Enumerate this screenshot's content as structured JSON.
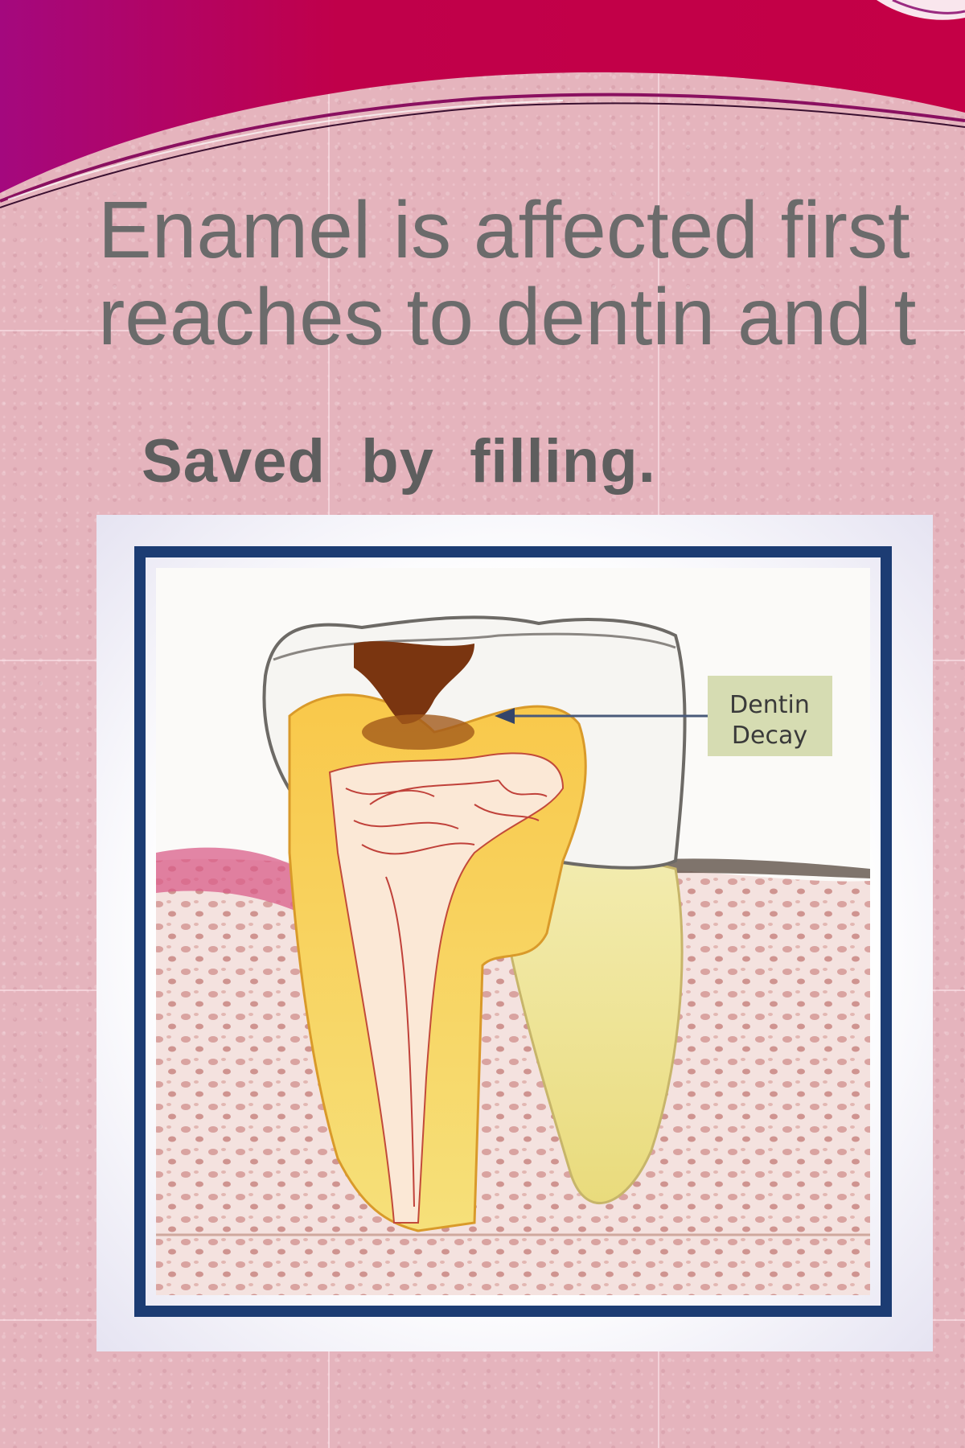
{
  "slide": {
    "title_line1": "Enamel is affected first",
    "title_line2": "reaches to dentin and t",
    "subtitle": "Saved  by  filling."
  },
  "figure": {
    "label_line1": "Dentin",
    "label_line2": "Decay"
  },
  "colors": {
    "background": "#e5b4bd",
    "header_magenta": "#b8004a",
    "title_gray": "#6b6b6b",
    "frame_navy": "#1c3c73"
  }
}
